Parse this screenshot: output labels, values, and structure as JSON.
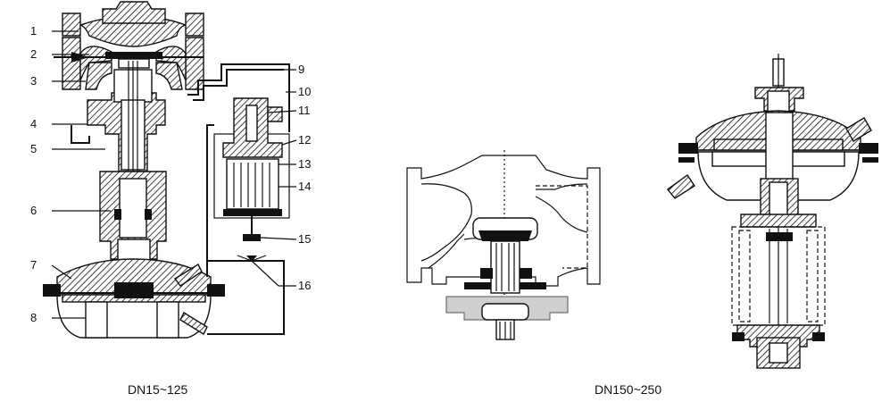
{
  "labels": [
    "1",
    "2",
    "3",
    "4",
    "5",
    "6",
    "7",
    "8",
    "9",
    "10",
    "11",
    "12",
    "13",
    "14",
    "15",
    "16"
  ],
  "captions": {
    "left": "DN15~125",
    "right": "DN150~250"
  }
}
